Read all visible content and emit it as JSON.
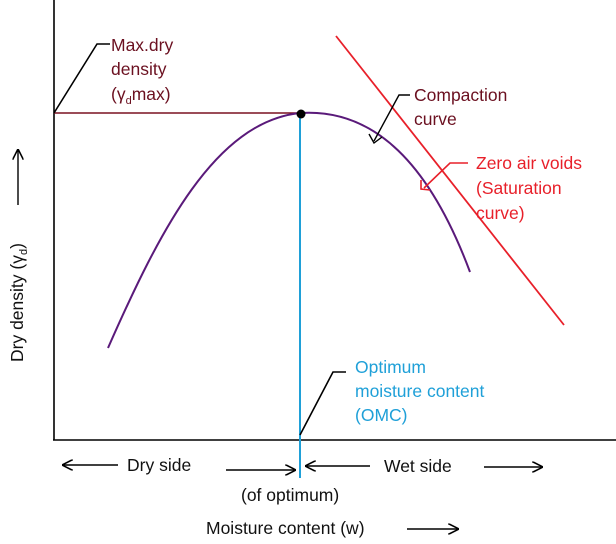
{
  "diagram": {
    "colors": {
      "axis": "#000000",
      "compaction_curve": "#5a1a7a",
      "max_density_line": "#7a1020",
      "zav_line": "#e8202a",
      "omc_line": "#1fa0d8",
      "text_dark": "#6b1020",
      "text_red": "#e8202a",
      "text_blue": "#1fa0d8"
    },
    "labels": {
      "max_dry_density": [
        "Max.dry",
        "density",
        "(γ",
        "d",
        "max)"
      ],
      "compaction_curve": [
        "Compaction",
        "curve"
      ],
      "zero_air_voids": [
        "Zero air voids",
        "(Saturation",
        "curve)"
      ],
      "omc": [
        "Optimum",
        "moisture content",
        "(OMC)"
      ],
      "dry_side": "Dry side",
      "wet_side": "Wet side",
      "of_optimum": "(of optimum)",
      "x_axis": "Moisture content (w)",
      "y_axis": "Dry density (γ",
      "y_axis_sub": "d",
      "y_axis_close": ")"
    }
  }
}
